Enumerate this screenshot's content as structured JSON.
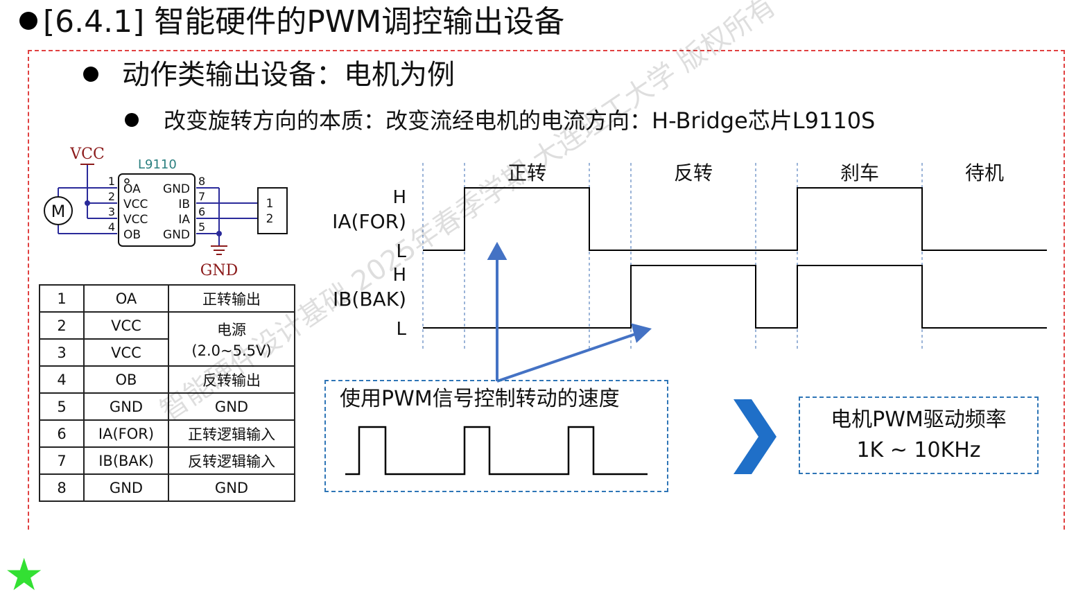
{
  "slide": {
    "title": "[6.4.1] 智能硬件的PWM调控输出设备",
    "level1": "动作类输出设备：电机为例",
    "level2": "改变旋转方向的本质：改变流经电机的电流方向：H-Bridge芯片L9110S"
  },
  "schematic": {
    "vcc_label": "VCC",
    "gnd_label": "GND",
    "chip_name": "L9110",
    "motor_label": "M",
    "pin_numbers_left": [
      "1",
      "2",
      "3",
      "4"
    ],
    "pin_numbers_right": [
      "8",
      "7",
      "6",
      "5"
    ],
    "pins_left": [
      "OA",
      "VCC",
      "VCC",
      "OB"
    ],
    "pins_right": [
      "GND",
      "IB",
      "IA",
      "GND"
    ],
    "connector_pins": [
      "1",
      "2"
    ]
  },
  "pin_table": {
    "rows": [
      {
        "num": "1",
        "name": "OA",
        "desc": "正转输出"
      },
      {
        "num": "2",
        "name": "VCC",
        "desc": "电源"
      },
      {
        "num": "3",
        "name": "VCC",
        "desc": "(2.0~5.5V)"
      },
      {
        "num": "4",
        "name": "OB",
        "desc": "反转输出"
      },
      {
        "num": "5",
        "name": "GND",
        "desc": "GND"
      },
      {
        "num": "6",
        "name": "IA(FOR)",
        "desc": "正转逻辑输入"
      },
      {
        "num": "7",
        "name": "IB(BAK)",
        "desc": "反转逻辑输入"
      },
      {
        "num": "8",
        "name": "GND",
        "desc": "GND"
      }
    ]
  },
  "timing": {
    "phases": [
      "正转",
      "反转",
      "刹车",
      "待机"
    ],
    "signals": [
      {
        "name": "IA(FOR)",
        "high": "H",
        "low": "L",
        "levels": [
          1,
          0,
          1,
          0
        ]
      },
      {
        "name": "IB(BAK)",
        "high": "H",
        "low": "L",
        "levels": [
          0,
          1,
          1,
          0
        ]
      }
    ]
  },
  "pwm_note": "使用PWM信号控制转动的速度",
  "freq_box": {
    "line1": "电机PWM驱动频率",
    "line2": "1K ~ 10KHz"
  },
  "watermark": "智能硬件设计基础 2025年春季学期 大连理工大学 版权所有",
  "colors": {
    "frame_border": "#e04040",
    "accent_blue": "#4472c4",
    "chevron_blue": "#1f6fc8",
    "box_border": "#2e75b6",
    "schematic_line": "#2a2a9a",
    "label_red": "#8b1a1a",
    "chip_label": "#2a7f7f",
    "star": "#33e033"
  },
  "icons": [
    "bullet-icon",
    "motor-icon",
    "chevron-right-icon",
    "star-icon"
  ]
}
